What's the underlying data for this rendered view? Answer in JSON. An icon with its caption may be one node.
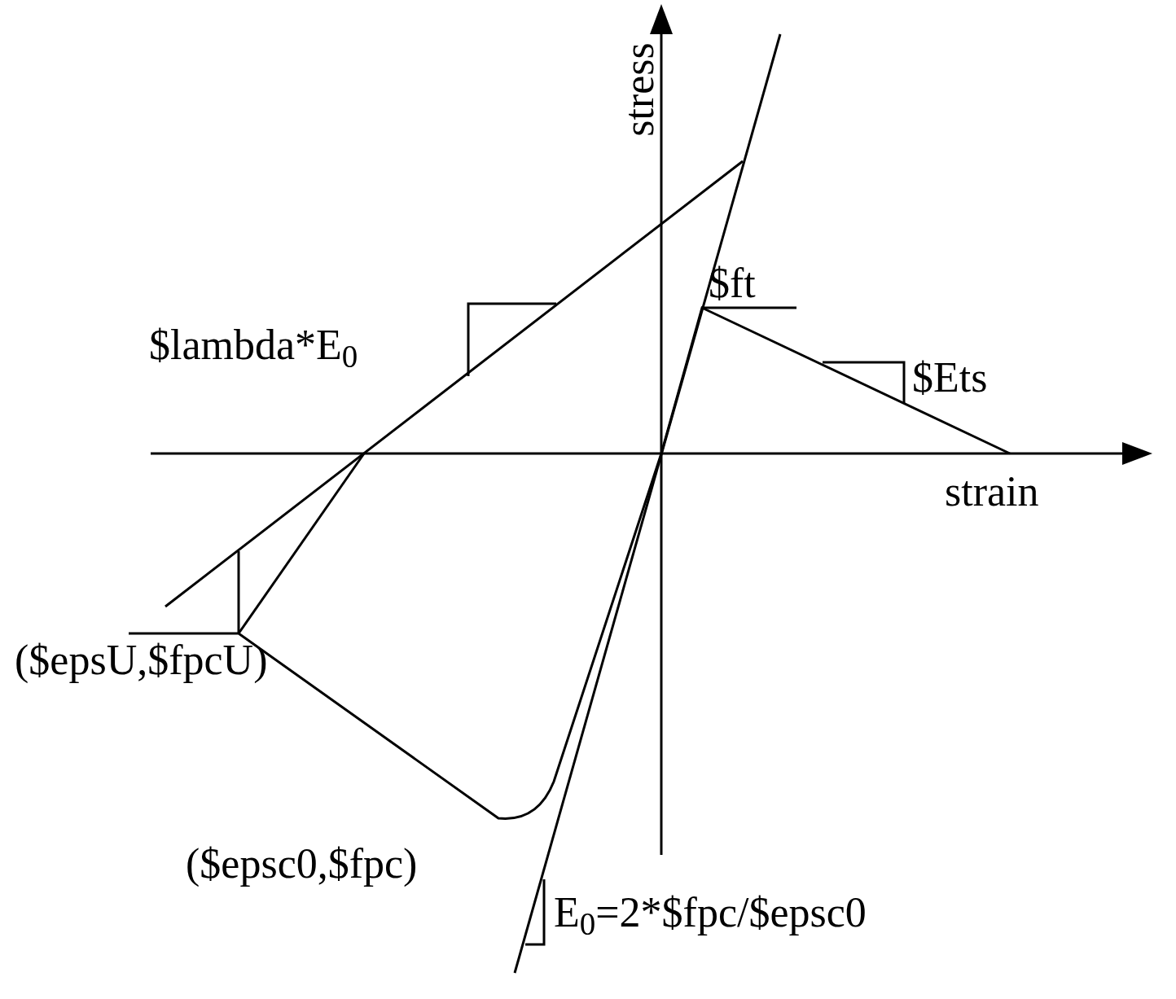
{
  "diagram": {
    "labels": [
      "stress",
      "$ft",
      "$lambda*E$_{0}$",
      "$Ets",
      "strain",
      "($epsU,$fpcU)",
      "($epsc0,$fpc)",
      "E$_{0}$=2*$fpc/$epsc0"
    ]
  }
}
